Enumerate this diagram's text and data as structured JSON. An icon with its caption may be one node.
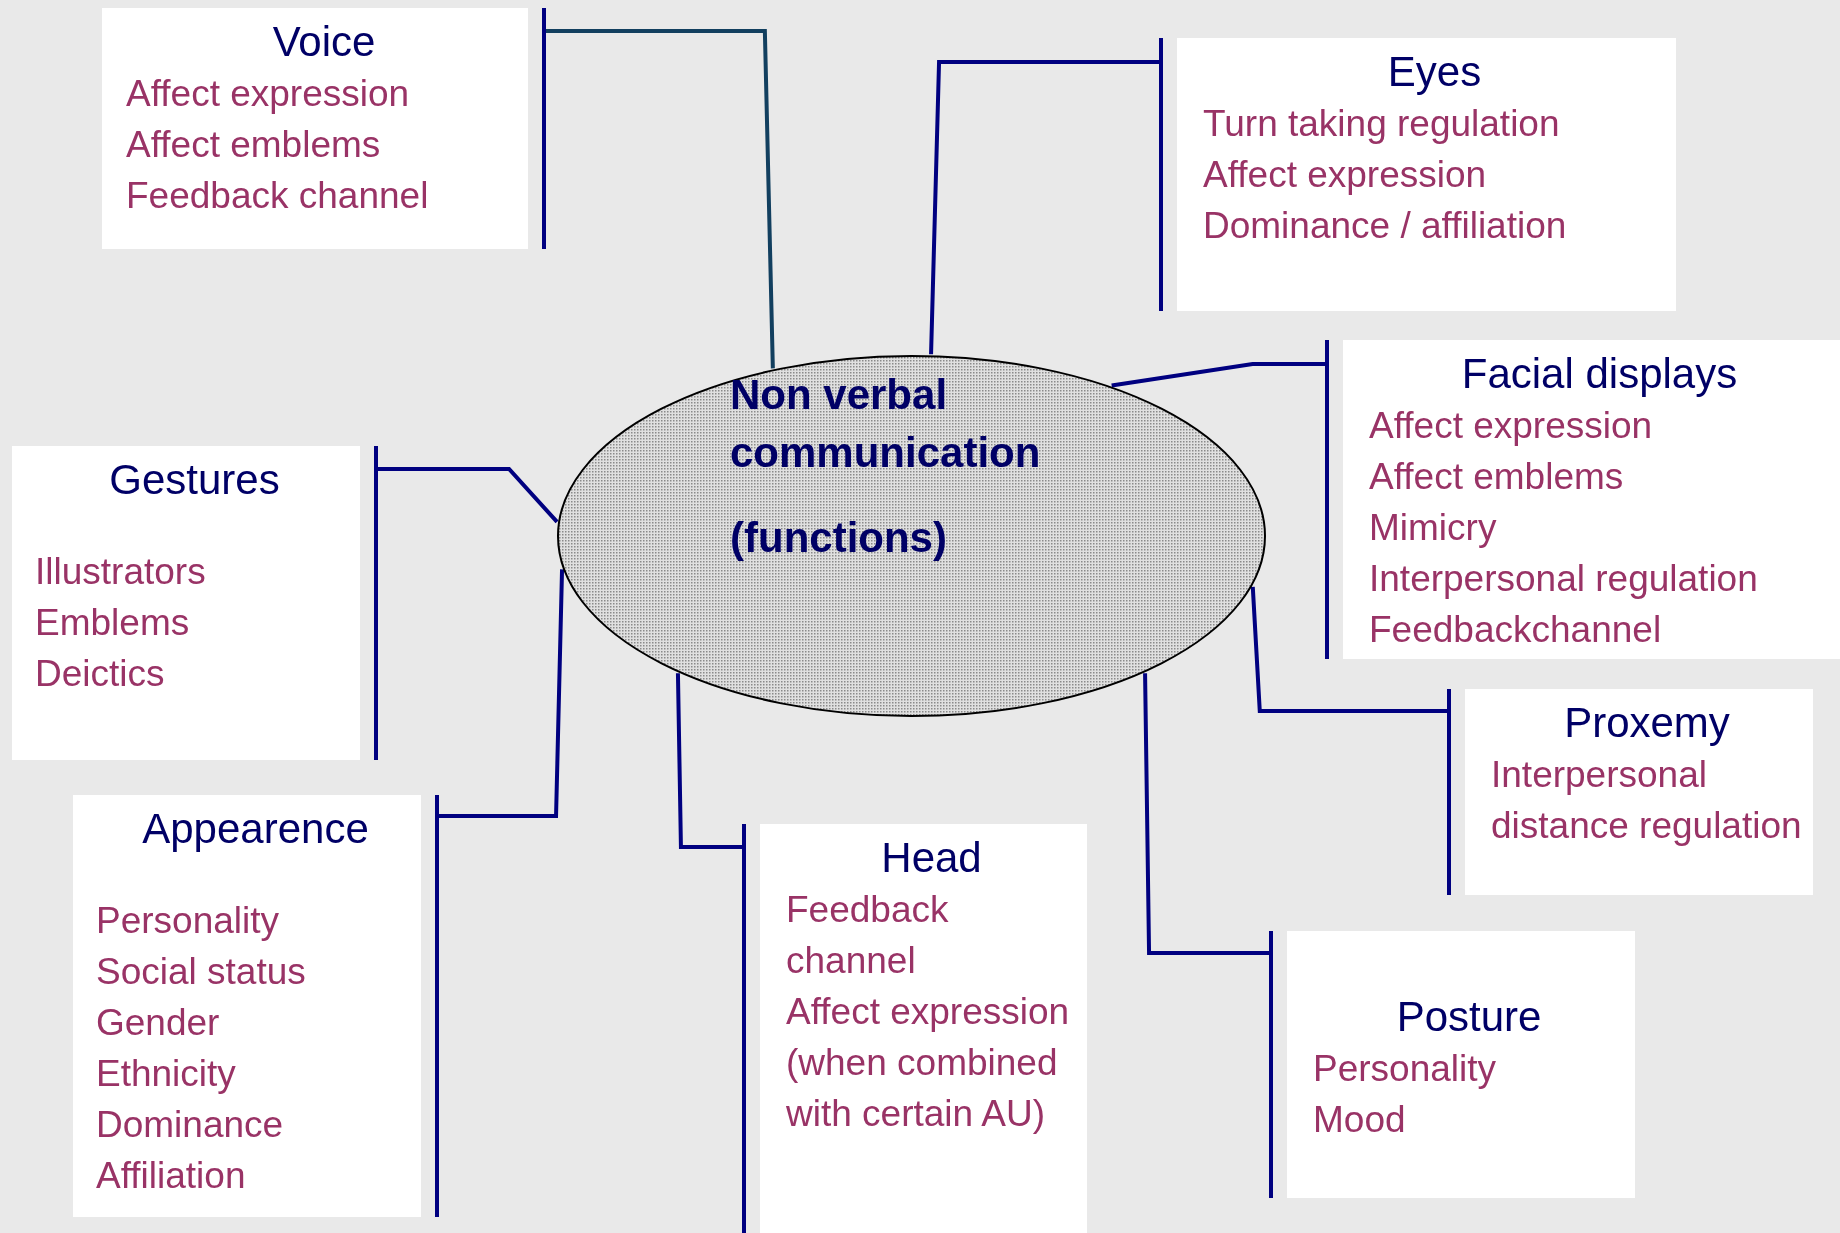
{
  "diagram": {
    "nodes": [
      {
        "text": [
          "Non verbal communication",
          "(functions)"
        ]
      },
      {
        "text": [
          "Voice",
          "Affect expression",
          "Affect emblems",
          "Feedback channel"
        ]
      },
      {
        "text": [
          "Eyes",
          "Turn taking regulation",
          "Affect expression",
          "Dominance / affiliation"
        ]
      },
      {
        "text": [
          "Gestures",
          "Illustrators",
          "Emblems",
          "Deictics"
        ]
      },
      {
        "text": [
          "Facial displays",
          "Affect expression",
          "Affect emblems",
          "Mimicry",
          "Interpersonal regulation",
          "Feedbackchannel"
        ]
      },
      {
        "text": [
          "Proxemy",
          "Interpersonal distance regulation"
        ]
      },
      {
        "text": [
          "Appearence",
          "Personality",
          "Social status",
          "Gender",
          "Ethnicity",
          "Dominance",
          "Affiliation"
        ]
      },
      {
        "text": [
          "Head",
          "Feedback channel",
          "Affect expression (when combined with certain AU)"
        ]
      },
      {
        "text": [
          "Posture",
          "Personality",
          "Mood"
        ]
      }
    ],
    "edges": [
      {
        "from": 0,
        "to": 1,
        "arrow": "none",
        "color": "#123f5f"
      },
      {
        "from": 0,
        "to": 2,
        "arrow": "none"
      },
      {
        "from": 0,
        "to": 3,
        "arrow": "none"
      },
      {
        "from": 0,
        "to": 4,
        "arrow": "none"
      },
      {
        "from": 0,
        "to": 5,
        "arrow": "none"
      },
      {
        "from": 0,
        "to": 6,
        "arrow": "none"
      },
      {
        "from": 0,
        "to": 7,
        "arrow": "none"
      },
      {
        "from": 0,
        "to": 8,
        "arrow": "none"
      }
    ]
  }
}
